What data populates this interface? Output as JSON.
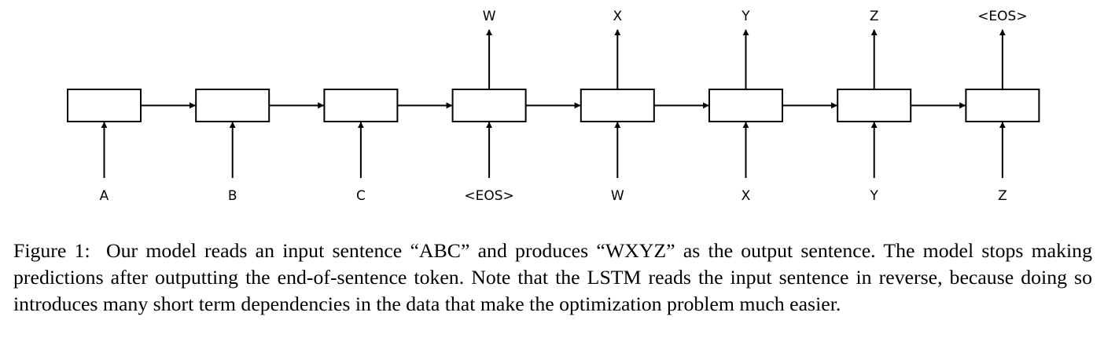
{
  "diagram": {
    "inputs": [
      "A",
      "B",
      "C",
      "<EOS>",
      "W",
      "X",
      "Y",
      "Z"
    ],
    "outputs": [
      "",
      "",
      "",
      "W",
      "X",
      "Y",
      "Z",
      "<EOS>"
    ]
  },
  "caption": {
    "prefix": "Figure 1:",
    "text": "Our model reads an input sentence “ABC” and produces “WXYZ” as the output sentence. The model stops making predictions after outputting the end-of-sentence token. Note that the LSTM reads the input sentence in reverse, because doing so introduces many short term dependencies in the data that make the optimization problem much easier."
  }
}
